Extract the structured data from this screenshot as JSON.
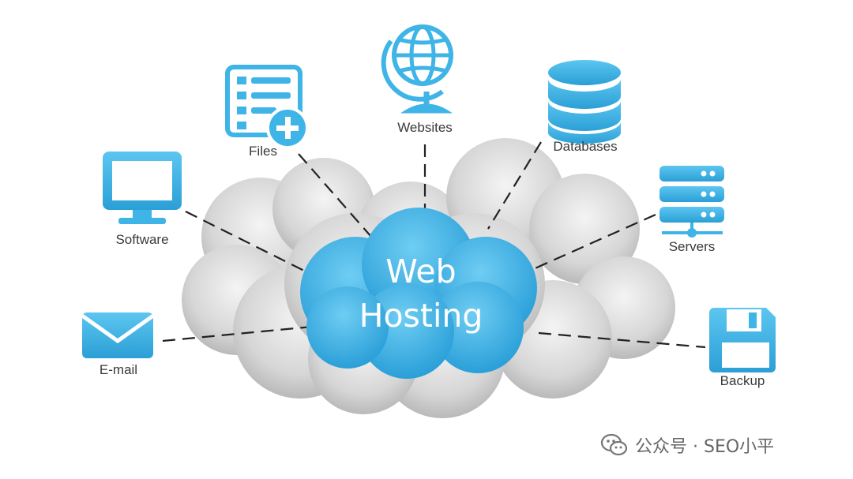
{
  "center": {
    "line1": "Web",
    "line2": "Hosting"
  },
  "nodes": {
    "websites": "Websites",
    "files": "Files",
    "databases": "Databases",
    "software": "Software",
    "servers": "Servers",
    "email": "E-mail",
    "backup": "Backup"
  },
  "watermark": {
    "text": "公众号 · SEO小平"
  },
  "colors": {
    "accent": "#3fb4e6",
    "accent_dark": "#2a96cc",
    "cloud": "#d8d8d8",
    "line": "#222222",
    "label": "#3a3a3a"
  }
}
